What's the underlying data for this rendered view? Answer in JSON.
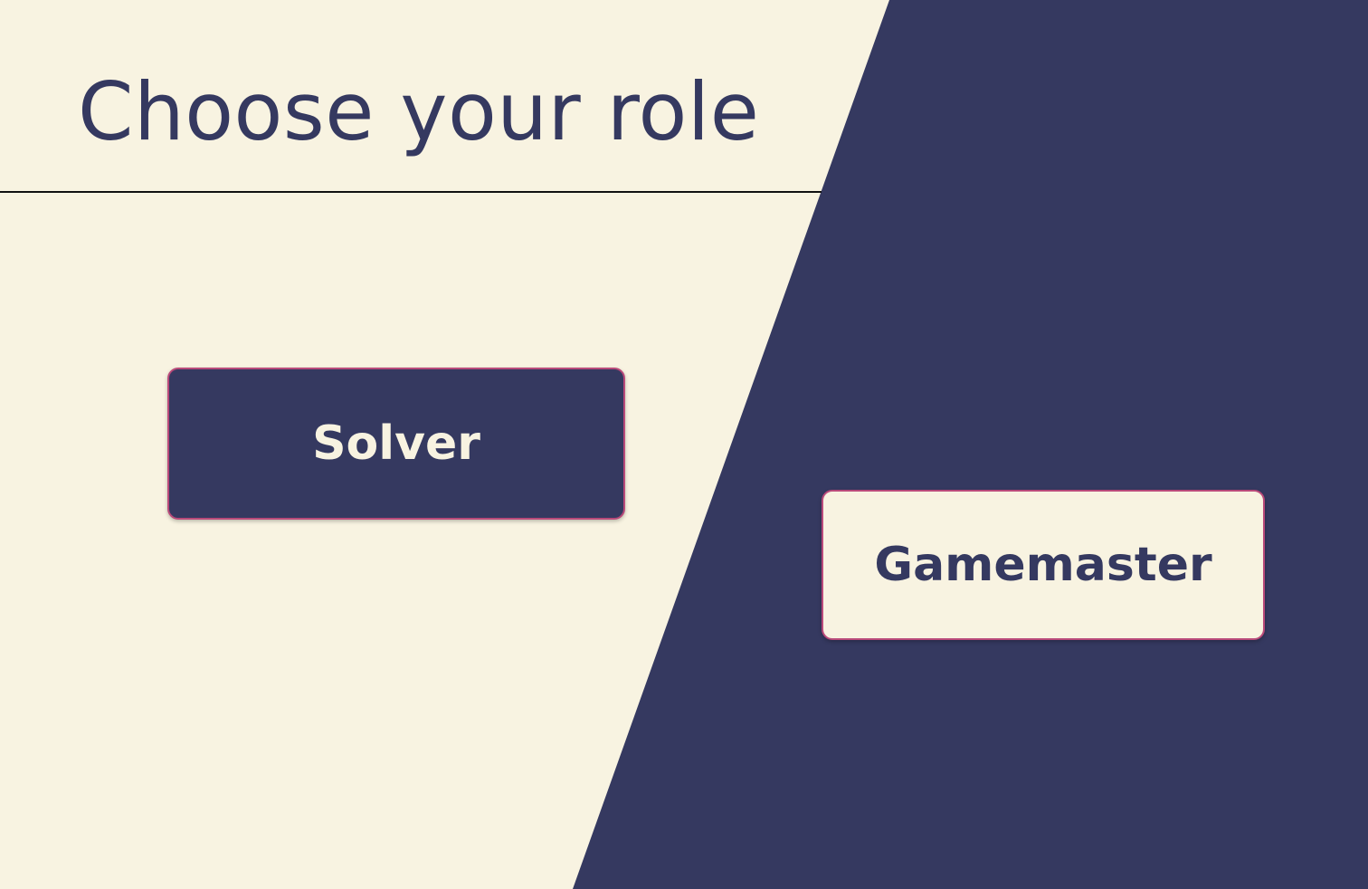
{
  "page": {
    "title": "Choose your role"
  },
  "roles": {
    "solver_label": "Solver",
    "gamemaster_label": "Gamemaster"
  },
  "colors": {
    "cream": "#f8f3e1",
    "navy": "#353960",
    "button_border": "#b94a7a"
  }
}
